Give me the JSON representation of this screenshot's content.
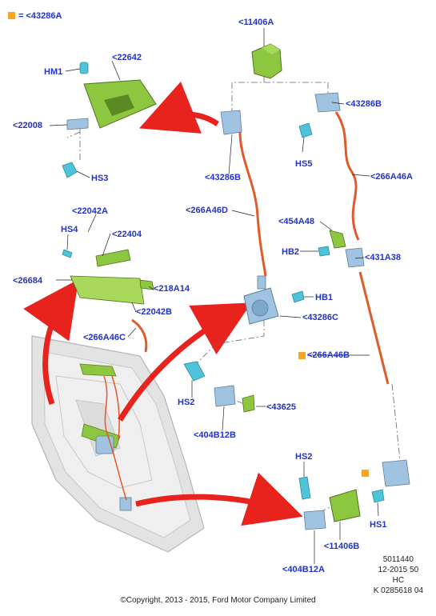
{
  "legend": {
    "marker_color": "#f5a623",
    "text": "= <43286A"
  },
  "labels": {
    "l11406A": "<11406A",
    "lHM1": "HM1",
    "l22642": "<22642",
    "l22008": "<22008",
    "lHS3": "HS3",
    "l43286B_top": "<43286B",
    "l43286B_left": "<43286B",
    "lHS5": "HS5",
    "l266A46A": "<266A46A",
    "l266A46D": "<266A46D",
    "l22042A": "<22042A",
    "lHS4": "HS4",
    "l22404": "<22404",
    "l26684": "<26684",
    "l218A14": "<218A14",
    "l22042B": "<22042B",
    "l454A48": "<454A48",
    "lHB2": "HB2",
    "l431A38": "<431A38",
    "lHB1": "HB1",
    "l43286C": "<43286C",
    "l266A46C": "<266A46C",
    "l266A46B": "<266A46B",
    "lHS2_mid": "HS2",
    "l43625": "<43625",
    "l404B12B": "<404B12B",
    "lHS2_bot": "HS2",
    "lHS1": "HS1",
    "l11406B": "<11406B",
    "l404B12A": "<404B12A"
  },
  "meta": {
    "line1": "5011440",
    "line2": "12-2015 50",
    "line3": "HC",
    "line4": "K 0285618 04"
  },
  "copyright": "©Copyright, 2013 - 2015, Ford Motor Company Limited",
  "colors": {
    "label_blue": "#2233cc",
    "part_green": "#8dc63f",
    "part_blue": "#9fc3e0",
    "cable_orange": "#e05a2a",
    "arrow_red": "#e8231e",
    "door_grey": "#d9d9d9",
    "clip_teal": "#4fc3d9"
  }
}
